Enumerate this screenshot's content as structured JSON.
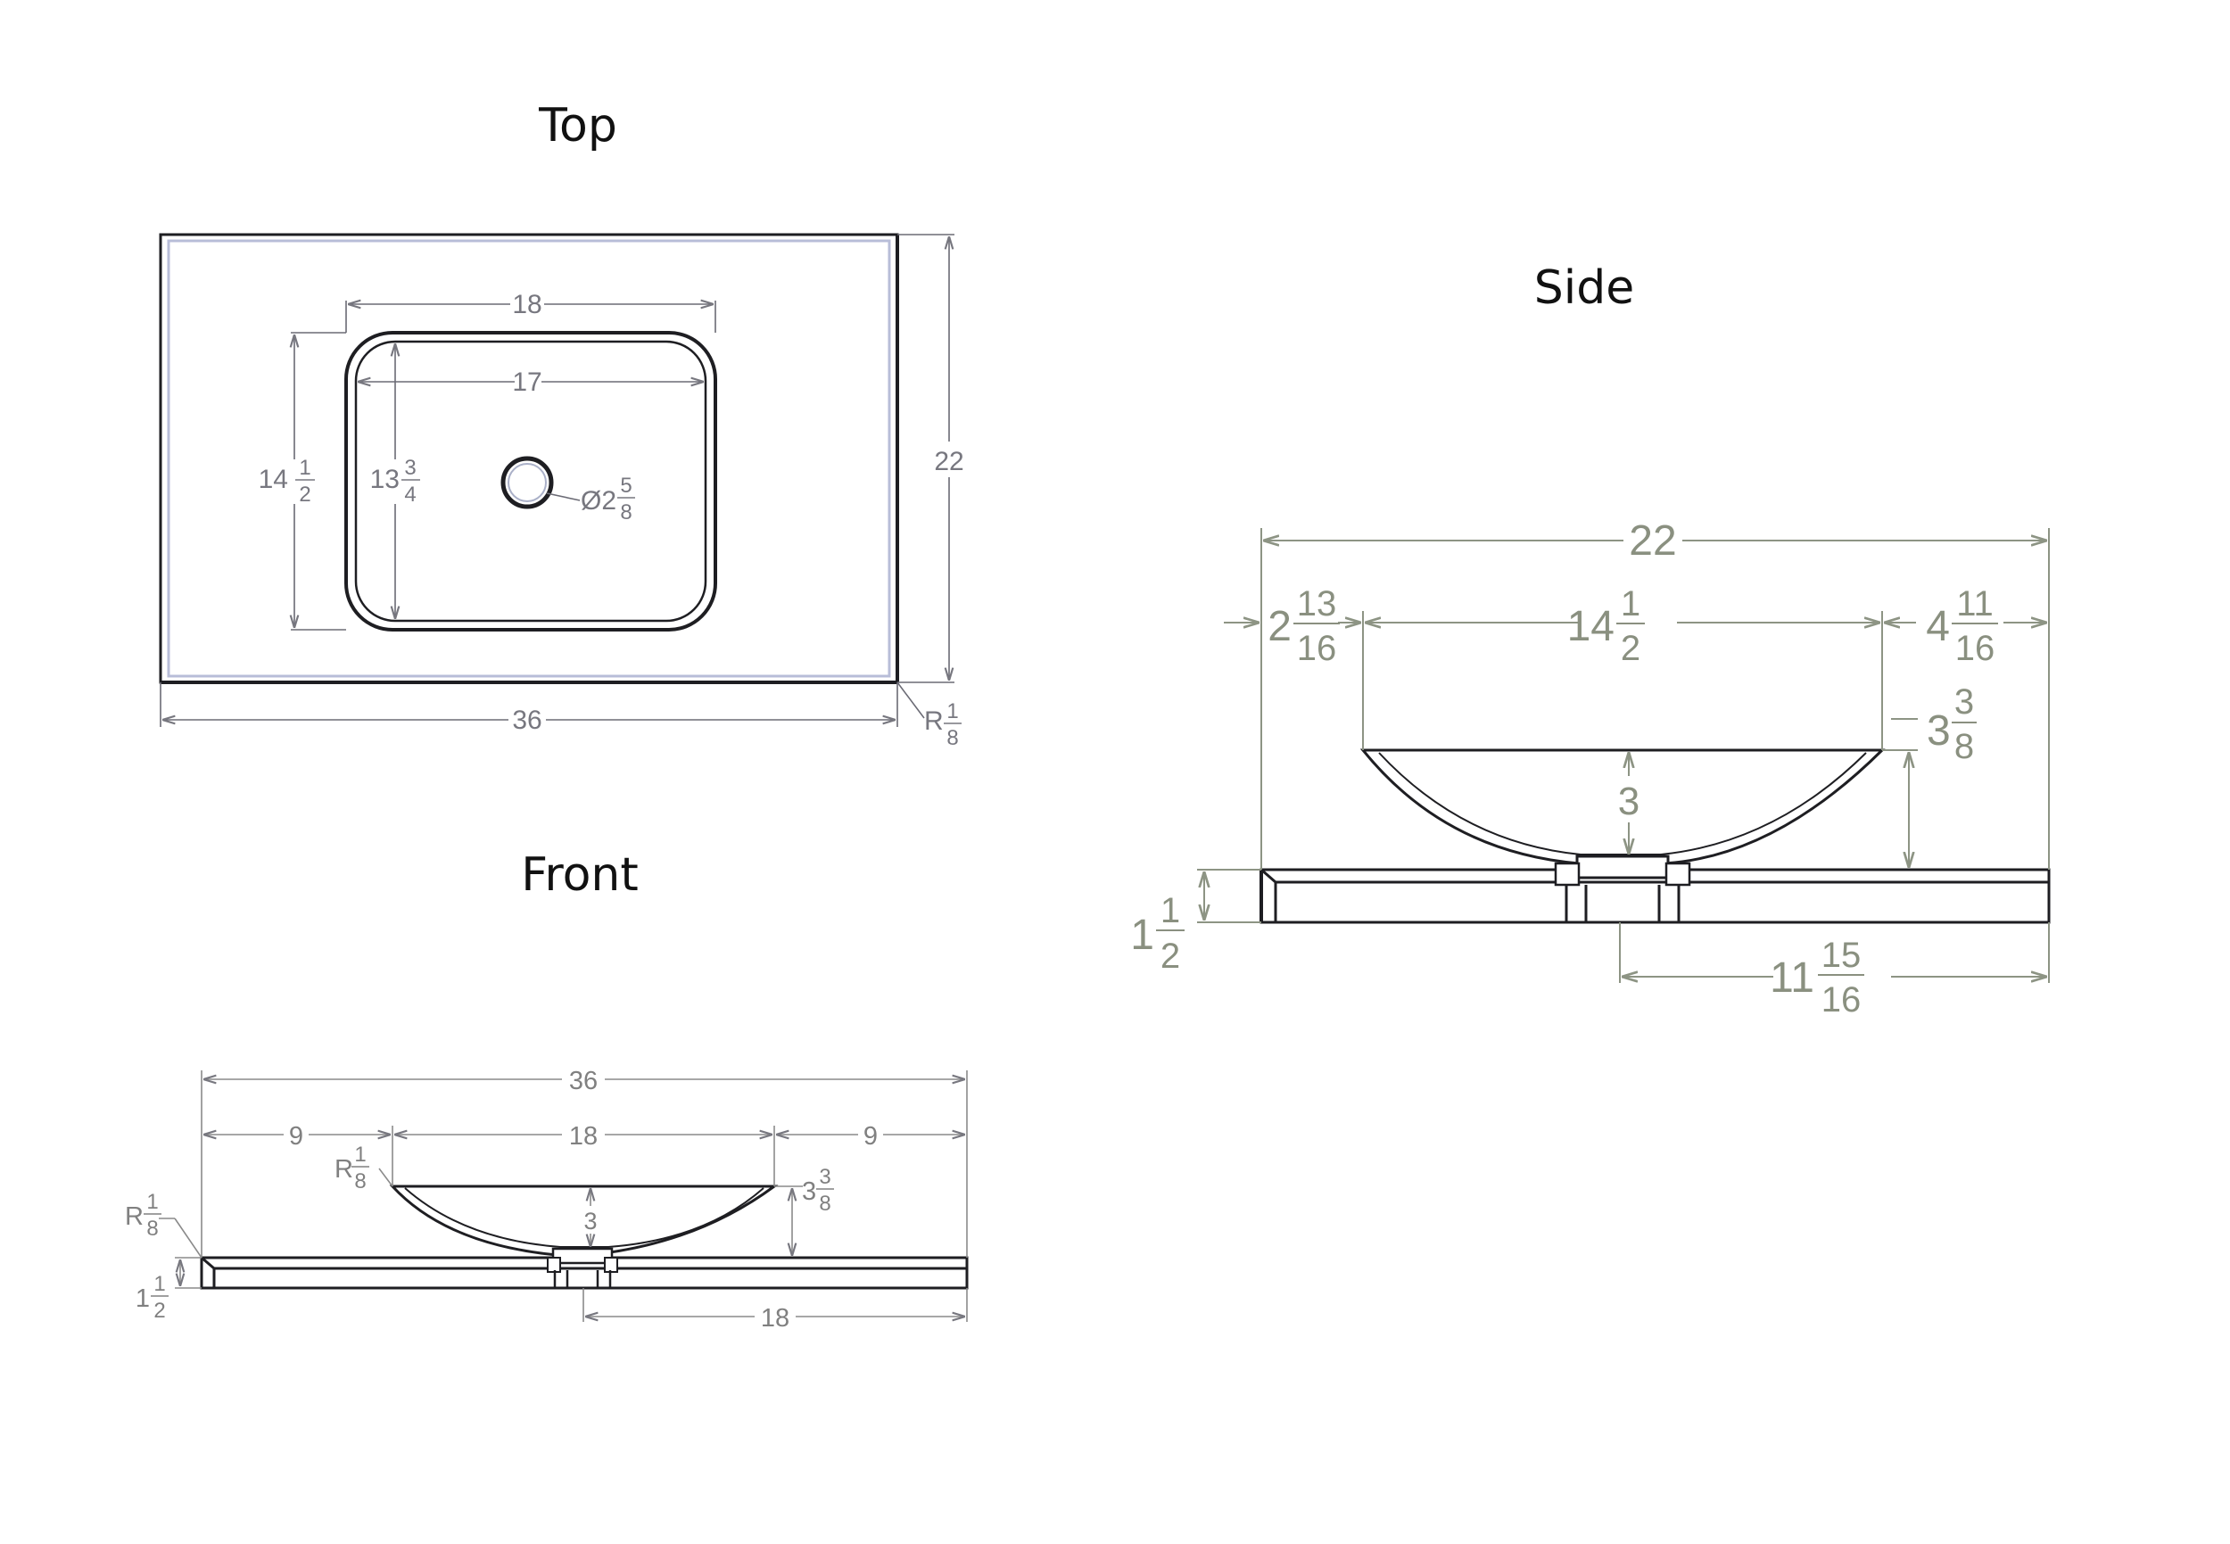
{
  "views": {
    "top": {
      "title": "Top",
      "dims": {
        "overall_width": "36",
        "overall_depth": "22",
        "bowl_outer_width": "18",
        "bowl_inner_width": "17",
        "bowl_outer_depth": "14",
        "bowl_outer_depth_frac_num": "1",
        "bowl_outer_depth_frac_den": "2",
        "bowl_inner_depth": "13",
        "bowl_inner_depth_frac_num": "3",
        "bowl_inner_depth_frac_den": "4",
        "drain_dia": "Ø2",
        "drain_dia_frac_num": "5",
        "drain_dia_frac_den": "8",
        "corner_radius": "R",
        "corner_radius_frac_num": "1",
        "corner_radius_frac_den": "8"
      }
    },
    "front": {
      "title": "Front",
      "dims": {
        "overall_width": "36",
        "left_offset": "9",
        "bowl_width": "18",
        "right_offset": "9",
        "bowl_depth": "3",
        "bowl_height": "3",
        "bowl_height_frac_num": "3",
        "bowl_height_frac_den": "8",
        "drain_offset": "18",
        "slab_thickness": "1",
        "slab_thickness_frac_num": "1",
        "slab_thickness_frac_den": "2",
        "rim_radius": "R",
        "rim_radius_frac_num": "1",
        "rim_radius_frac_den": "8",
        "edge_radius": "R",
        "edge_radius_frac_num": "1",
        "edge_radius_frac_den": "8"
      }
    },
    "side": {
      "title": "Side",
      "dims": {
        "overall_depth": "22",
        "front_offset": "2",
        "front_offset_frac_num": "13",
        "front_offset_frac_den": "16",
        "bowl_width": "14",
        "bowl_width_frac_num": "1",
        "bowl_width_frac_den": "2",
        "back_offset": "4",
        "back_offset_frac_num": "11",
        "back_offset_frac_den": "16",
        "bowl_height": "3",
        "bowl_height_frac_num": "3",
        "bowl_height_frac_den": "8",
        "bowl_depth": "3",
        "slab_thickness": "1",
        "slab_thickness_frac_num": "1",
        "slab_thickness_frac_den": "2",
        "drain_offset": "11",
        "drain_offset_frac_num": "15",
        "drain_offset_frac_den": "16"
      }
    }
  }
}
